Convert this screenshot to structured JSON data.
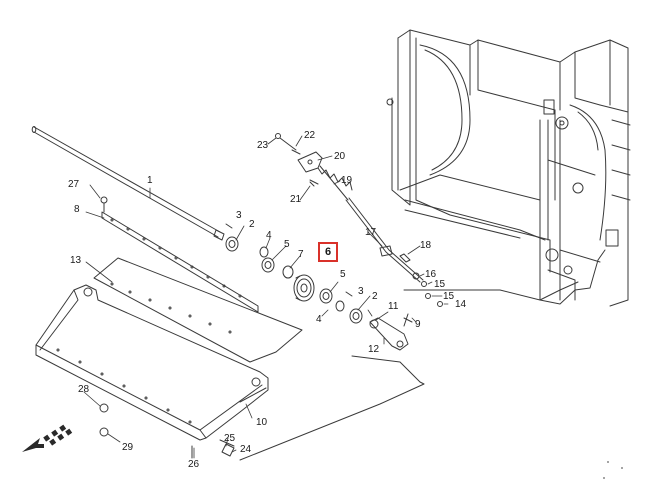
{
  "diagram": {
    "highlight_color": "#d9312a",
    "line_color": "#3a3a3a",
    "highlighted_part": "6",
    "callouts": [
      "1",
      "2",
      "3",
      "4",
      "5",
      "6",
      "7",
      "8",
      "9",
      "10",
      "11",
      "12",
      "13",
      "14",
      "15",
      "16",
      "17",
      "18",
      "19",
      "20",
      "21",
      "22",
      "23",
      "24",
      "25",
      "26",
      "27",
      "28",
      "29"
    ],
    "labels": {
      "c1": "1",
      "c2a": "2",
      "c2b": "2",
      "c3a": "3",
      "c3b": "3",
      "c4a": "4",
      "c4b": "4",
      "c5a": "5",
      "c5b": "5",
      "c6": "6",
      "c7": "7",
      "c8": "8",
      "c9": "9",
      "c10": "10",
      "c11": "11",
      "c12": "12",
      "c13": "13",
      "c14": "14",
      "c15a": "15",
      "c15b": "15",
      "c16": "16",
      "c17": "17",
      "c18": "18",
      "c19": "19",
      "c20": "20",
      "c21": "21",
      "c22": "22",
      "c23": "23",
      "c24": "24",
      "c25": "25",
      "c26": "26",
      "c27": "27",
      "c28": "28",
      "c29": "29"
    },
    "direction_icon": "forward-arrow-icon"
  }
}
